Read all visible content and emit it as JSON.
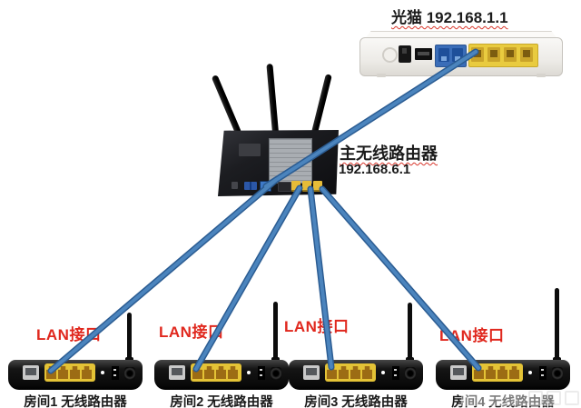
{
  "modem": {
    "label": "光猫 192.168.1.1"
  },
  "main_router": {
    "name": "主无线路由器",
    "ip": "192.168.6.1"
  },
  "rooms": [
    {
      "lan_label": "LAN接口",
      "name": "房间1 无线路由器"
    },
    {
      "lan_label": "LAN接口",
      "name": "房间2 无线路由器"
    },
    {
      "lan_label": "LAN接口",
      "name": "房间3 无线路由器"
    },
    {
      "lan_label": "LAN接口",
      "name": "房间4 无线路由器"
    }
  ],
  "colors": {
    "cable_outer": "#2b5c92",
    "cable_inner": "#4b84bd",
    "lan_label_red": "#e0281e",
    "text_black": "#1b1b1b",
    "port_yellow": "#e8c93e",
    "port_blue": "#3a6db8"
  }
}
